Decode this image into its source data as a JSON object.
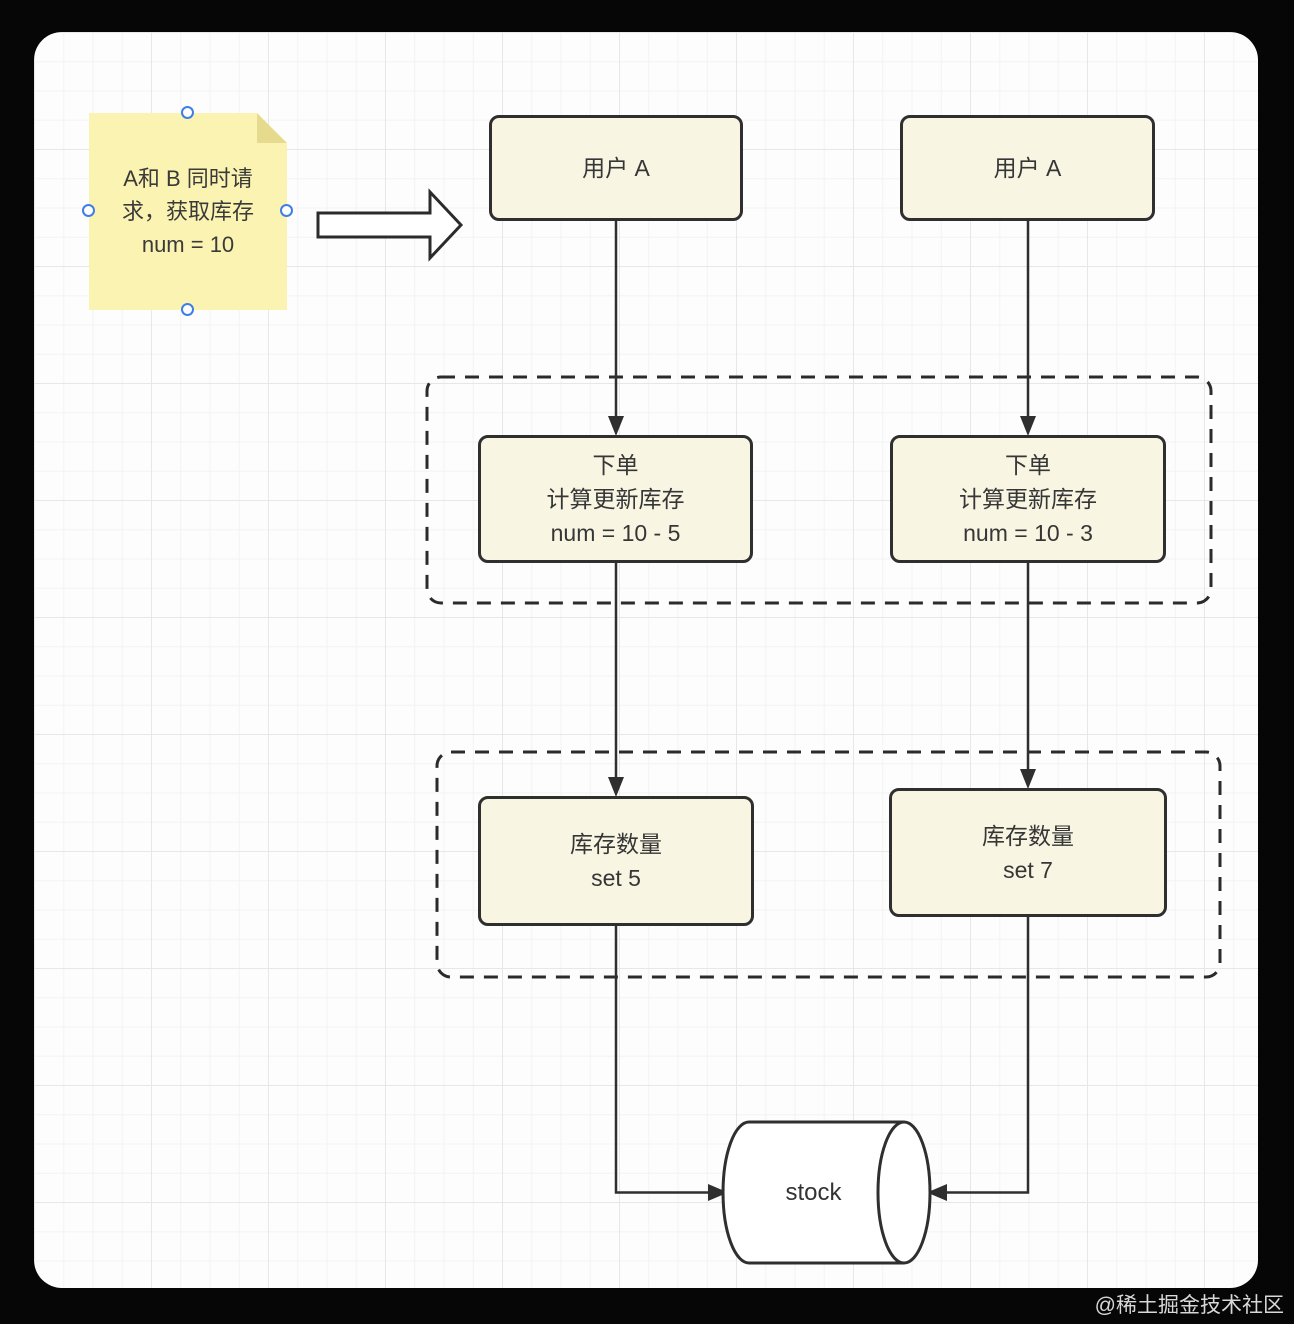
{
  "colors": {
    "page_bg": "#060606",
    "canvas_bg": "#fdfdfd",
    "grid_minor": "#f3f3f3",
    "grid_major": "#e7e7e7",
    "node_fill": "#f8f5e3",
    "node_border": "#2f2f2f",
    "connector": "#2f2f2f",
    "note_fill": "#fbf3b2",
    "note_fold": "#e6da8e",
    "handle_blue": "#3d7eea",
    "cylinder_fill": "#ffffff",
    "watermark_text": "#d8d8d8"
  },
  "note": {
    "line1": "A和 B 同时请",
    "line2": "求，获取库存",
    "line3": "num = 10"
  },
  "nodes": {
    "user_a": {
      "label": "用户 A"
    },
    "user_b": {
      "label": "用户 A"
    },
    "order_a": {
      "line1": "下单",
      "line2": "计算更新库存",
      "line3": "num = 10 - 5"
    },
    "order_b": {
      "line1": "下单",
      "line2": "计算更新库存",
      "line3": "num = 10 - 3"
    },
    "set_a": {
      "line1": "库存数量",
      "line2": "set 5"
    },
    "set_b": {
      "line1": "库存数量",
      "line2": "set 7"
    },
    "stock": {
      "label": "stock"
    }
  },
  "watermark": {
    "text": "@稀土掘金技术社区"
  }
}
